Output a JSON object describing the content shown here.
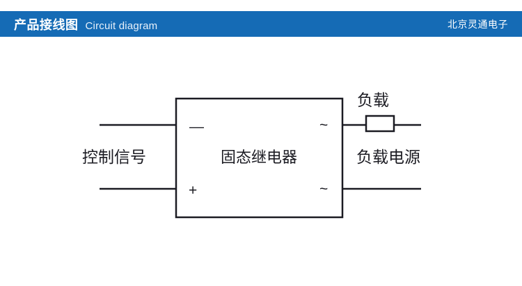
{
  "header": {
    "title_cn": "产品接线图",
    "title_en": "Circuit diagram",
    "brand": "北京灵通电子",
    "bar_color": "#156bb5",
    "text_color": "#ffffff"
  },
  "diagram": {
    "line_color": "#1b1b22",
    "relay_box_label": "固态继电器",
    "left_label": "控制信号",
    "right_top_label": "负载",
    "right_bottom_label": "负载电源",
    "terminals": {
      "input_negative": "—",
      "input_positive": "+",
      "output_ac_top": "~",
      "output_ac_bottom": "~"
    },
    "components": [
      {
        "name": "solid-state-relay",
        "label": "固态继电器",
        "shape": "rectangle"
      },
      {
        "name": "load-resistor",
        "label": "负载",
        "shape": "rectangle"
      }
    ]
  }
}
